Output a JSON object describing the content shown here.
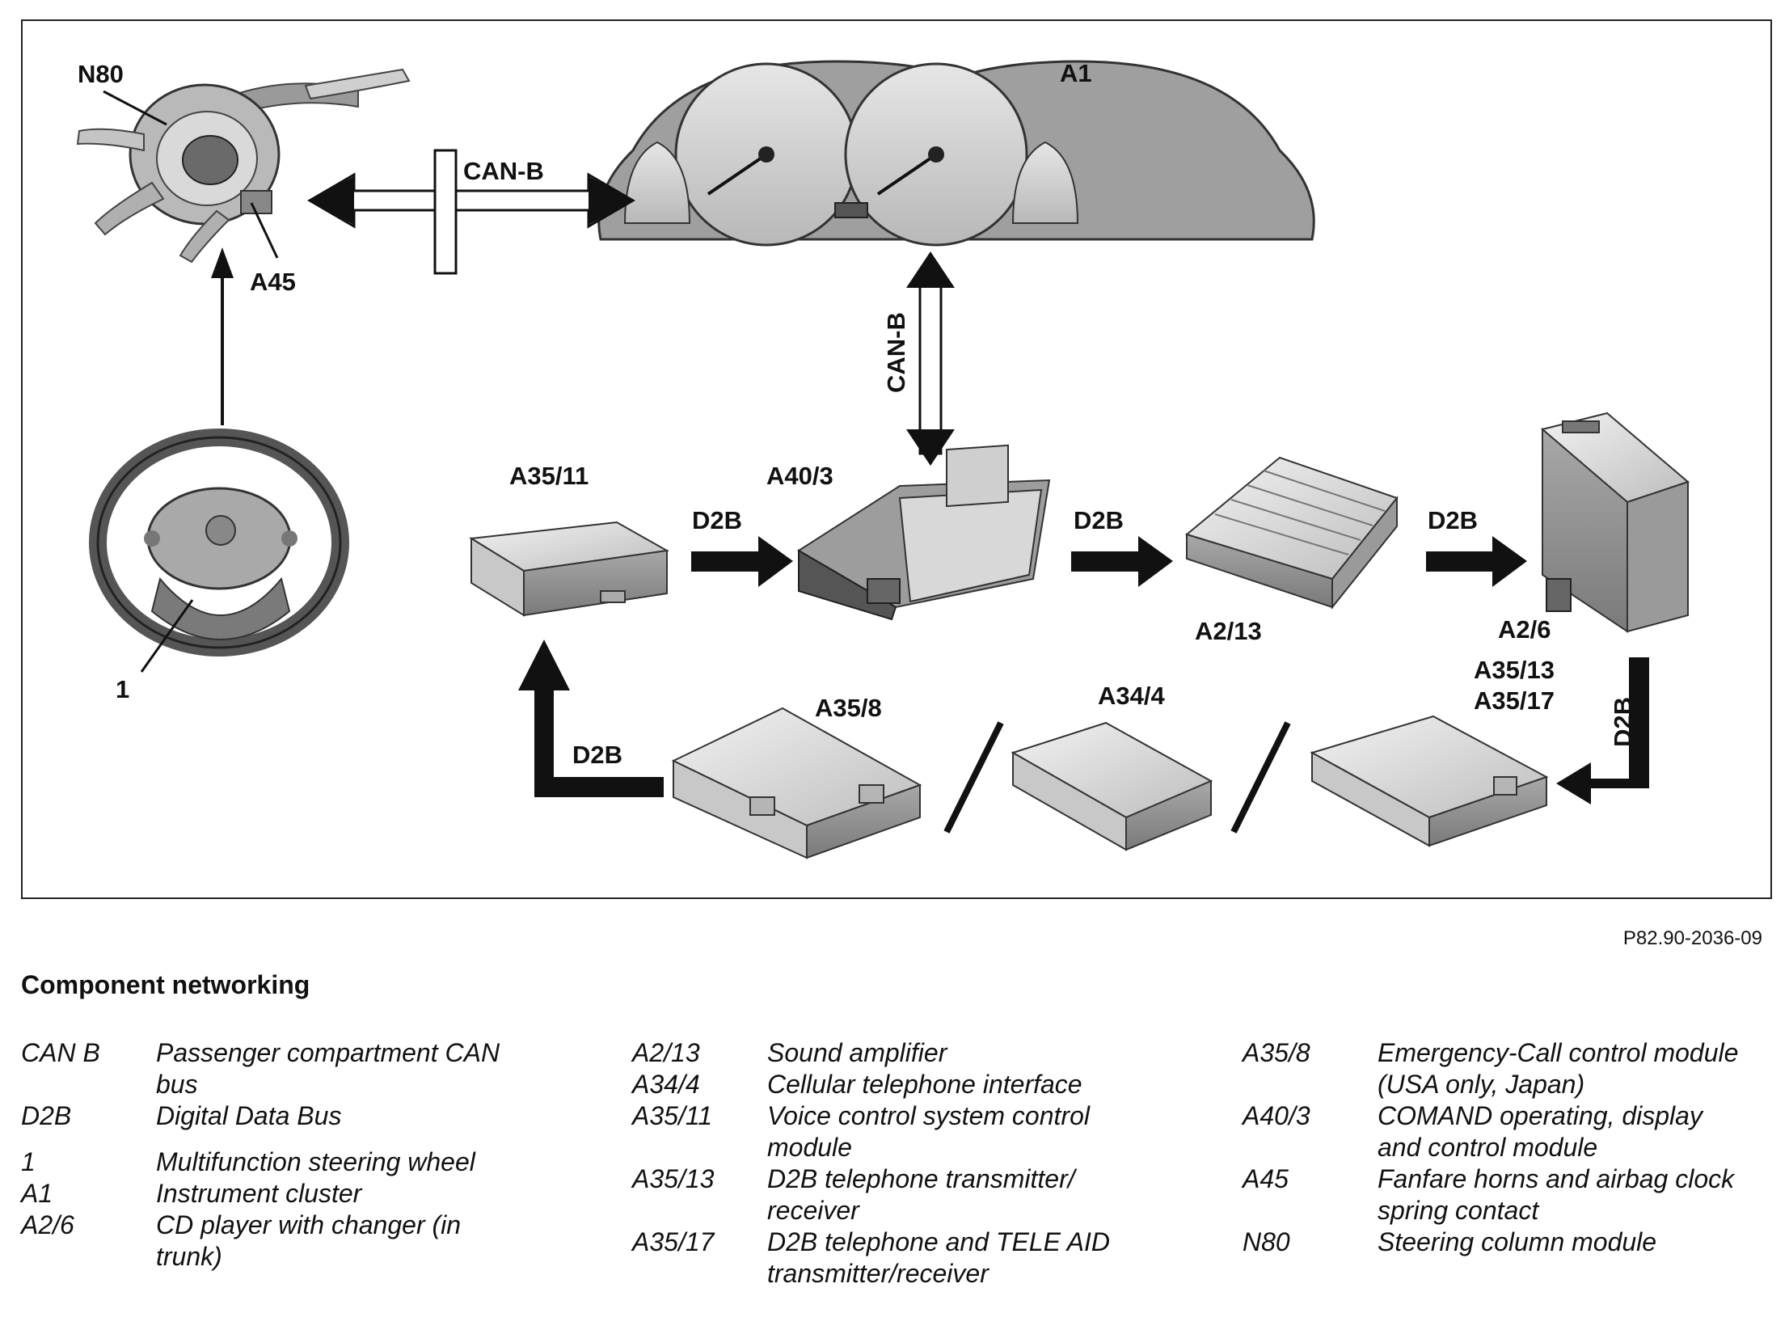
{
  "diagram": {
    "components": {
      "n80": "N80",
      "a45": "A45",
      "a1": "A1",
      "one": "1",
      "a35_11": "A35/11",
      "a40_3": "A40/3",
      "a2_13": "A2/13",
      "a2_6": "A2/6",
      "a35_8": "A35/8",
      "a34_4": "A34/4",
      "a35_13": "A35/13",
      "a35_17": "A35/17"
    },
    "bus_labels": {
      "can_b_horizontal": "CAN-B",
      "can_b_vertical": "CAN-B",
      "d2b_1": "D2B",
      "d2b_2": "D2B",
      "d2b_3": "D2B",
      "d2b_4": "D2B",
      "d2b_5": "D2B"
    },
    "figure_code": "P82.90-2036-09"
  },
  "caption": {
    "title": "Component networking"
  },
  "legend": {
    "col1": [
      {
        "code": "CAN B",
        "desc": "Passenger compartment CAN bus"
      },
      {
        "code": "D2B",
        "desc": "Digital Data Bus"
      },
      {
        "code": "1",
        "desc": "Multifunction steering wheel"
      },
      {
        "code": "A1",
        "desc": "Instrument cluster"
      },
      {
        "code": "A2/6",
        "desc": "CD player with changer (in trunk)"
      }
    ],
    "col2": [
      {
        "code": "A2/13",
        "desc": "Sound amplifier"
      },
      {
        "code": "A34/4",
        "desc": "Cellular telephone interface"
      },
      {
        "code": "A35/11",
        "desc": "Voice control system control module"
      },
      {
        "code": "A35/13",
        "desc": "D2B telephone transmitter/ receiver"
      },
      {
        "code": "A35/17",
        "desc": "D2B telephone and TELE AID transmitter/receiver"
      }
    ],
    "col3": [
      {
        "code": "A35/8",
        "desc": "Emergency-Call control module (USA only, Japan)"
      },
      {
        "code": "A40/3",
        "desc": "COMAND operating, display and control module"
      },
      {
        "code": "A45",
        "desc": "Fanfare horns and airbag clock spring contact"
      },
      {
        "code": "N80",
        "desc": "Steering column module"
      }
    ]
  }
}
